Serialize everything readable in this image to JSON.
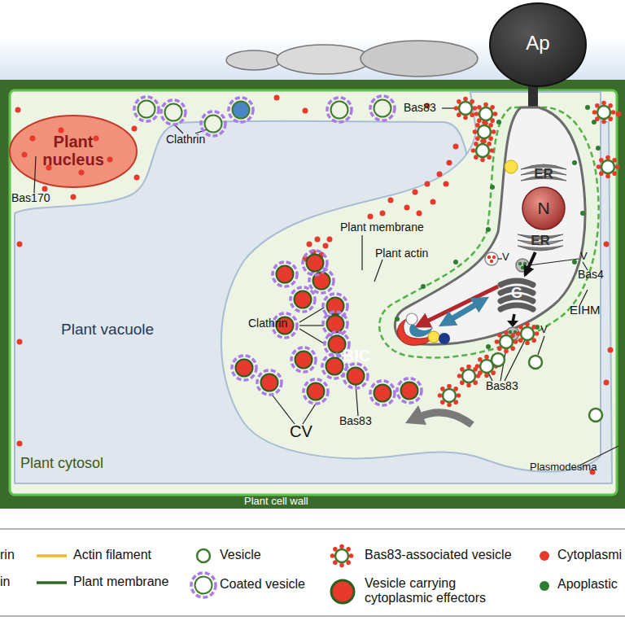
{
  "diagram": {
    "nodes": [
      {
        "text": [
          "Plant cytosol"
        ]
      },
      {
        "text": [
          "Plant nucleus"
        ],
        "in": 0
      },
      {
        "text": [
          "Plant vacuole"
        ],
        "in": 0
      },
      {
        "text": [
          "Ap"
        ]
      },
      {
        "text": [
          "N"
        ],
        "in": 0
      },
      {
        "text": [
          "BIC"
        ],
        "in": 0
      },
      {
        "text": [
          "ER"
        ],
        "in": 0
      },
      {
        "text": [
          "ER"
        ],
        "in": 0
      },
      {
        "text": [
          "G"
        ],
        "in": 0
      }
    ],
    "edges": [
      {
        "from": 7,
        "to": 8,
        "arrow": "to"
      }
    ],
    "labels": [
      "Bas170",
      "Clathrin",
      "Bas83",
      "V",
      "Bas4",
      "EIHM",
      "Plant membrane",
      "Plant actin",
      "Clathrin",
      "V",
      "V",
      "Bas83",
      "Bas83",
      "CV",
      "Plasmodesma",
      "Plant cell wall"
    ],
    "legend": [
      {
        "text": "rin"
      },
      {
        "text": "in"
      },
      {
        "text": "Actin filament"
      },
      {
        "text": "Plant membrane"
      },
      {
        "text": "Vesicle"
      },
      {
        "text": "Coated vesicle"
      },
      {
        "text": "Bas83-associated vesicle"
      },
      {
        "text": "Vesicle carrying cytoplasmic effectors"
      },
      {
        "text": "Cytoplasmi",
        "color": "#e53a2c"
      },
      {
        "text": "Apoplastic",
        "color": "#2e7d32"
      }
    ]
  }
}
